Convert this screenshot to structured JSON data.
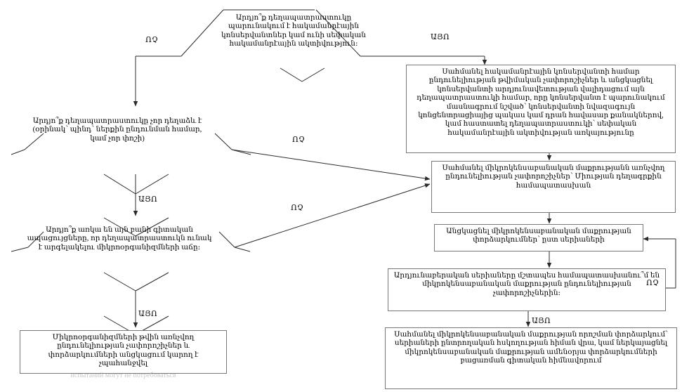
{
  "diagram": {
    "title": "Decision flowchart for antimicrobial preservative / microbiological purity testing",
    "labels": {
      "yes": "ԱՅՈ",
      "no": "ՈՉ"
    },
    "nodes": {
      "q1": "Արդյո՞ք դեղապատրաստուկը պարունակում է հակամանրէային կոնսերվանտներ կամ ունի սեփական հակամանրէային ակտիվություն։",
      "q2": "Արդյո՞ք դեղապատրաստուկը չոր դեղաձև է (օրինակ՝ պինդ՝ ներքին ընդունման համար, կամ չոր փոշի)",
      "q3": "Արդյո՞ք առկա են այն բանի գիտական ապացույցները, որ դեղապատրաստուկն ունակ է արգելակելու միկրոօրգանիզմների աճը։",
      "r1": "Սահմանել հակամանրէային կոնսերվանտի համար ընդունելիության թվիմական չափորոշիչներ և անցկացնել կոնսերվանտի արդյունավետության վալիդացում այն դեղապատրաստուկի համար, որը կոնսերվանտ է պարունակում մասնագրում նշված՝ կոնսերվանտի նվազագույն կոնցենտրացիայից պակաս կամ դրան հավասար քանակներով, կամ հաստատել դեղապատրաստուկի՝ սեփական հակամանրէային ակտիվության առկայությունը",
      "r2": "Սահմանել միկրոկենսաբանական մաքրությանն առնչվող ընդունելիության չափորոշիչներ՝ Միության դեղագրքին համապատասխան",
      "r3": "Անցկացնել միկրոկենսաբանական մաքրության փորձարկումներ՝ ըստ սերիաների",
      "r4": "Արդյունաբերական սերիաները մշտապես համապատասխանու՞մ են միկրոկենսաբանական մաքրության ընդունելիության չափորոշիչներին։",
      "r5": "Սահմանել միկրոկենսաբանական մաքրության որոշման փորձարկում՝ սերիաների ընտրողական հսկողության հիման վրա, կամ ներկայացնել միկրոկենսաբանական մաքրության ամենօրյա փորձարկումների բացառման գիտական հիմնավորում",
      "end_left": "Միկրոօրգանիզմների թվին առնչվող ընդունելիության չափորոշիչներ և փորձարկումների անցկացում կարող է չպահանջվել",
      "end_left_faint": "испытаний могут не потребоваться"
    }
  }
}
